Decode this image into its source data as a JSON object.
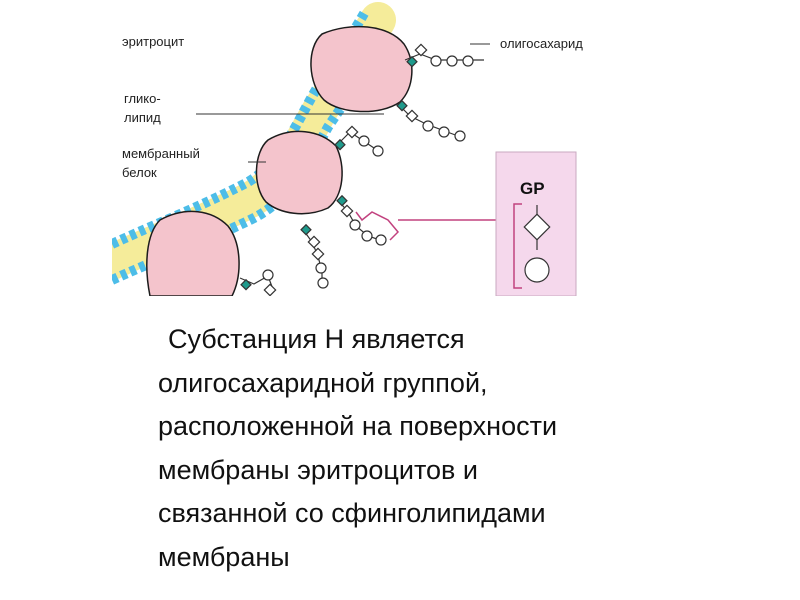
{
  "diagram": {
    "labels": {
      "erythrocyte": "эритроцит",
      "oligosaccharide": "олигосахарид",
      "glycolipid_line1": "глико-",
      "glycolipid_line2": "липид",
      "membrane_protein_line1": "мембранный",
      "membrane_protein_line2": "белок",
      "gp": "GP"
    },
    "colors": {
      "protein_fill": "#f4c4cc",
      "protein_stroke": "#1c1c1c",
      "membrane_core": "#f5ec9a",
      "membrane_heads": "#4dbde8",
      "sugar_stroke": "#333333",
      "glucose_fill": "#1f9a8c",
      "inset_bg": "#f5d8ec",
      "inset_accent": "#c2427f"
    }
  },
  "caption": {
    "lines": [
      "Субстанция Н является",
      "олигосахаридной группой,",
      "расположенной на поверхности",
      "мембраны эритроцитов и",
      "связанной со сфинголипидами",
      "мембраны"
    ]
  }
}
